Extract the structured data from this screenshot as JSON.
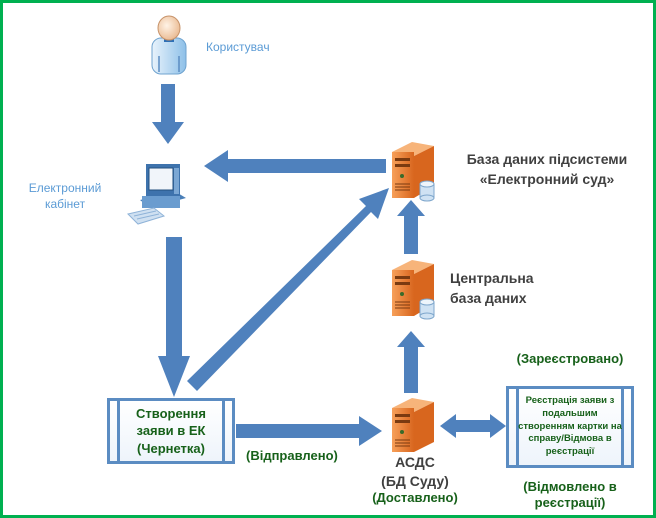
{
  "diagram": {
    "border_color": "#00b050",
    "arrow_color": "#4f81bd",
    "nodes": {
      "user": {
        "label": "Користувач",
        "icon": "user-icon"
      },
      "cabinet": {
        "label_line1": "Електронний",
        "label_line2": "кабінет",
        "icon": "computer-icon"
      },
      "ecourt_db": {
        "label_line1": "База даних підсистеми",
        "label_line2": "«Електронний суд»",
        "icon": "server-database-icon"
      },
      "central_db": {
        "label_line1": "Центральна",
        "label_line2": "база даних",
        "icon": "server-database-icon"
      },
      "asds": {
        "label_line1": "АСДС",
        "label_line2": "(БД Суду)",
        "status": "(Доставлено)",
        "icon": "server-icon"
      },
      "create_request": {
        "line1": "Створення",
        "line2": "заяви в ЕК",
        "line3": "(Чернетка)"
      },
      "registration": {
        "line1": "Реєстрація заяви з",
        "line2": "подальшим",
        "line3": "створенням картки на",
        "line4": "справу/Відмова в",
        "line5": "реєстрації"
      }
    },
    "statuses": {
      "sent": "(Відправлено)",
      "registered": "(Зареєстровано)",
      "rejected_line1": "(Відмовлено в",
      "rejected_line2": "реєстрації)"
    },
    "edges": [
      {
        "from": "user",
        "to": "cabinet"
      },
      {
        "from": "ecourt_db",
        "to": "cabinet"
      },
      {
        "from": "cabinet",
        "to": "create_request"
      },
      {
        "from": "create_request",
        "to": "ecourt_db"
      },
      {
        "from": "create_request",
        "to": "asds"
      },
      {
        "from": "asds",
        "to": "central_db"
      },
      {
        "from": "central_db",
        "to": "ecourt_db"
      },
      {
        "from": "asds",
        "to": "registration",
        "bidirectional": true
      }
    ]
  }
}
